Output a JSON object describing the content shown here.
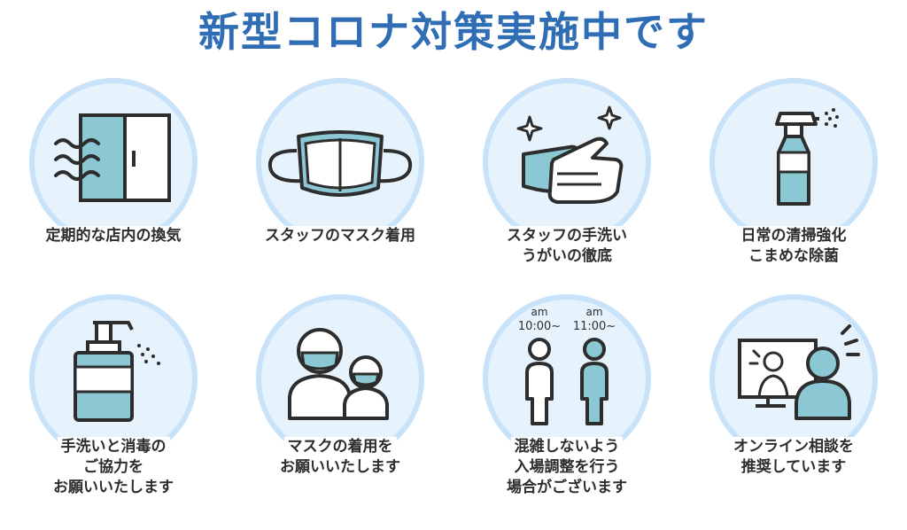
{
  "title": "新型コロナ対策実施中です",
  "colors": {
    "title": "#2f6db5",
    "ring": "#c8e3f9",
    "ring_fill": "#e6f3fd",
    "accent": "#8cc8d4",
    "line": "#2d2d2d"
  },
  "items": [
    {
      "icon": "window-ventilation-icon",
      "lines": [
        "定期的な店内の換気"
      ]
    },
    {
      "icon": "face-mask-icon",
      "lines": [
        "スタッフのマスク着用"
      ]
    },
    {
      "icon": "hand-washing-icon",
      "lines": [
        "スタッフの手洗い",
        "うがいの徹底"
      ]
    },
    {
      "icon": "spray-bottle-icon",
      "lines": [
        "日常の清掃強化",
        "こまめな除菌"
      ]
    },
    {
      "icon": "sanitizer-pump-icon",
      "lines": [
        "手洗いと消毒の",
        "ご協力を",
        "お願いいたします"
      ]
    },
    {
      "icon": "masked-people-icon",
      "lines": [
        "マスクの着用を",
        "お願いいたします"
      ]
    },
    {
      "icon": "time-slot-people-icon",
      "lines": [
        "混雑しないよう",
        "入場調整を行う",
        "場合がございます"
      ],
      "times": [
        "am",
        "10:00~",
        "am",
        "11:00~"
      ]
    },
    {
      "icon": "online-consultation-icon",
      "lines": [
        "オンライン相談を",
        "推奨しています"
      ]
    }
  ]
}
